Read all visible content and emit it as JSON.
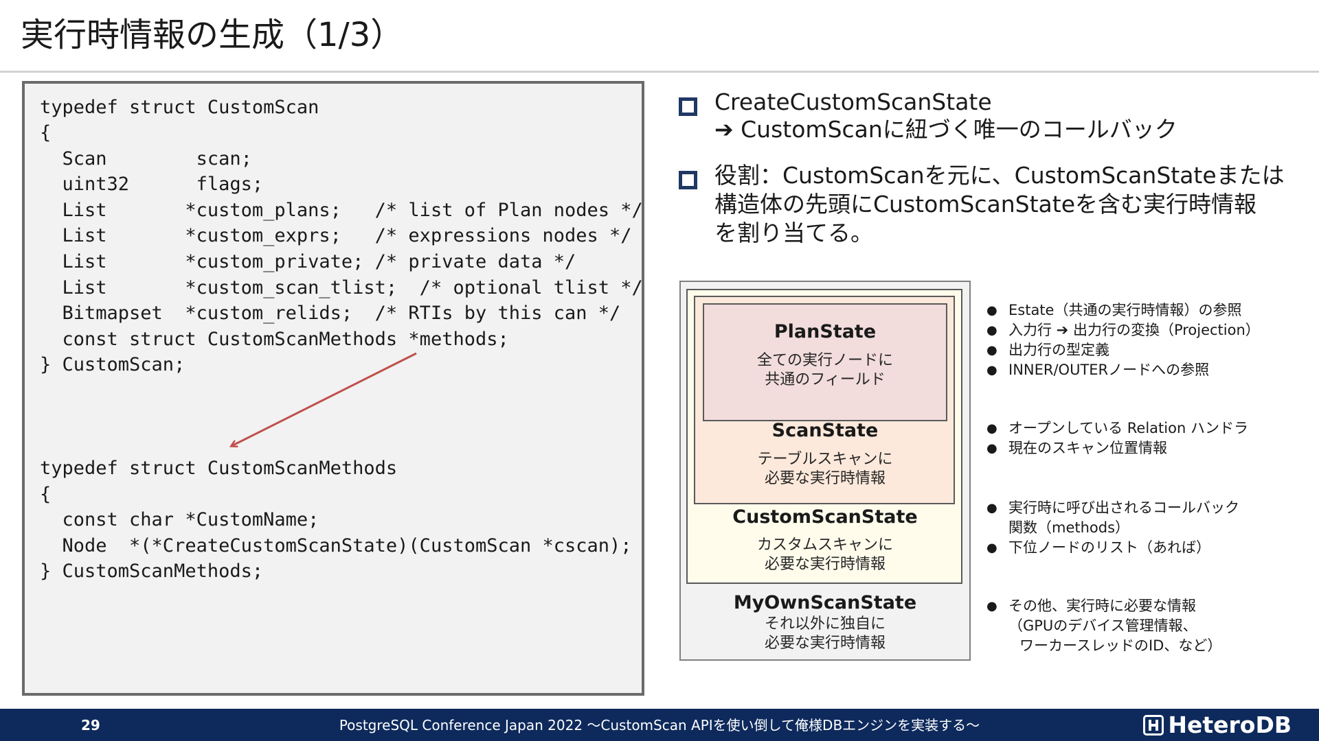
{
  "title": "実行時情報の生成（1/3）",
  "code": {
    "lines": [
      "typedef struct CustomScan",
      "{",
      "  Scan        scan;",
      "  uint32      flags;",
      "  List       *custom_plans;   /* list of Plan nodes */",
      "  List       *custom_exprs;   /* expressions nodes */",
      "  List       *custom_private; /* private data */",
      "  List       *custom_scan_tlist;  /* optional tlist */",
      "  Bitmapset  *custom_relids;  /* RTIs by this can */",
      "  const struct CustomScanMethods *methods;",
      "} CustomScan;",
      "typedef struct CustomScanMethods",
      "{",
      "  const char *CustomName;",
      "  Node  *(*CreateCustomScanState)(CustomScan *cscan);",
      "} CustomScanMethods;"
    ]
  },
  "bullets": [
    {
      "lines": [
        "CreateCustomScanState",
        "➔ CustomScanに紐づく唯一のコールバック"
      ]
    },
    {
      "lines": [
        "役割：CustomScanを元に、CustomScanStateまたは",
        "構造体の先頭にCustomScanStateを含む実行時情報",
        "を割り当てる。"
      ]
    }
  ],
  "diagram": {
    "plan": {
      "name": "PlanState",
      "desc": [
        "全ての実行ノードに",
        "共通のフィールド"
      ]
    },
    "scan": {
      "name": "ScanState",
      "desc": [
        "テーブルスキャンに",
        "必要な実行時情報"
      ]
    },
    "custom": {
      "name": "CustomScanState",
      "desc": [
        "カスタムスキャンに",
        "必要な実行時情報"
      ]
    },
    "myown": {
      "name": "MyOwnScanState",
      "desc": [
        "それ以外に独自に",
        "必要な実行時情報"
      ]
    }
  },
  "notes": {
    "plan": [
      "Estate（共通の実行時情報）の参照",
      "入力行 ➔ 出力行の変換（Projection）",
      "出力行の型定義",
      "INNER/OUTERノードへの参照"
    ],
    "scan": [
      "オープンしている Relation ハンドラ",
      "現在のスキャン位置情報"
    ],
    "custom": [
      "実行時に呼び出されるコールバック",
      "関数（methods）",
      "下位ノードのリスト（あれば）"
    ],
    "myown": [
      "その他、実行時に必要な情報",
      "（GPUのデバイス管理情報、",
      "ワーカースレッドのID、など）"
    ]
  },
  "footer": {
    "page": "29",
    "text": "PostgreSQL Conference Japan 2022 〜CustomScan APIを使い倒して俺様DBエンジンを実装する〜",
    "logo": "HeteroDB"
  },
  "colors": {
    "footer_bg": "#0e2a5c",
    "arrow": "#c0504d",
    "plan_fill": "#f2dcdc",
    "scan_fill": "#fce9db",
    "custom_fill": "#fffcec",
    "myown_fill": "#f2f2f2",
    "bullet_box": "#1f3864"
  }
}
